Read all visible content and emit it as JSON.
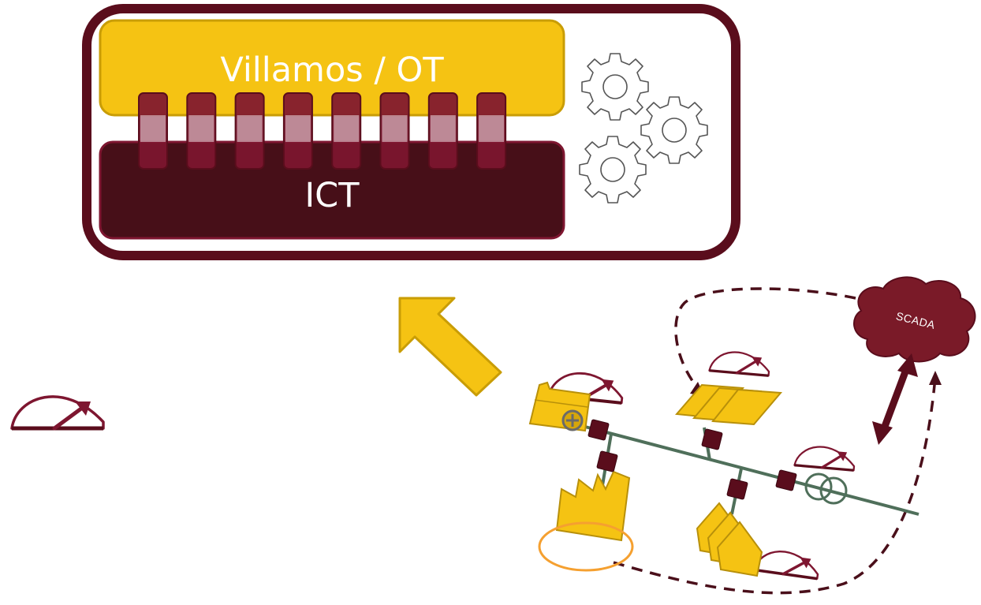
{
  "layers": {
    "top_label": "Villamos / OT",
    "bottom_label": "ICT"
  },
  "connector_count": 8,
  "cloud": {
    "label": "SCADA"
  },
  "icons": {
    "gears": "gear-icon",
    "meter": "gauge-meter-icon",
    "battery": "battery-storage-icon",
    "solar": "solar-panel-icon",
    "factory": "factory-icon",
    "houses": "houses-icon",
    "transformer": "transformer-icon",
    "arrow": "big-arrow-icon"
  },
  "colors": {
    "maroon": "#5a0d1c",
    "maroon_mid": "#7e1630",
    "ict_fill": "#470f18",
    "yellow": "#f5c313",
    "yellow_dark": "#c99d06",
    "grid_line": "#4f6f5a",
    "orange": "#f5a030"
  }
}
